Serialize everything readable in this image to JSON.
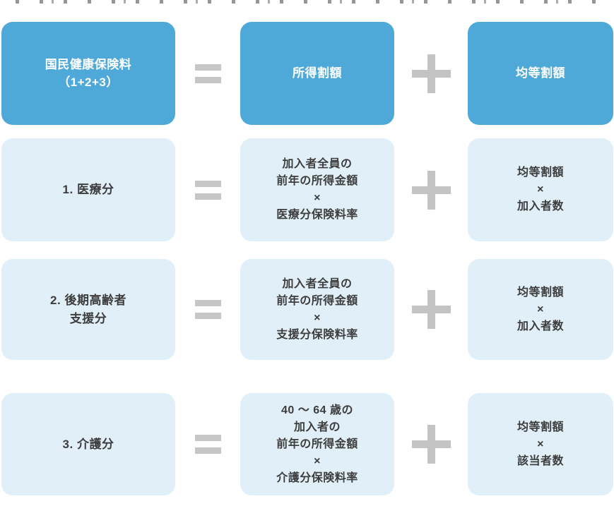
{
  "operators": {
    "equals": "=",
    "plus": "+"
  },
  "colors": {
    "primary_box": "#4fa9d8",
    "light_box": "#e1eff9",
    "operator_gray": "#c4c4c4",
    "primary_text": "#ffffff",
    "body_text": "#3d3d3d"
  },
  "equation_rows": [
    {
      "left": "国民健康保険料\n（1+2+3）",
      "middle": "所得割額",
      "right": "均等割額"
    },
    {
      "left": "1. 医療分",
      "middle": "加入者全員の\n前年の所得金額\n×\n医療分保険料率",
      "right": "均等割額\n×\n加入者数"
    },
    {
      "left": "2. 後期高齢者\n支援分",
      "middle": "加入者全員の\n前年の所得金額\n×\n支援分保険料率",
      "right": "均等割額\n×\n加入者数"
    },
    {
      "left": "3. 介護分",
      "middle": "40 ～ 64 歳の\n加入者の\n前年の所得金額\n×\n介護分保険料率",
      "right": "均等割額\n×\n該当者数"
    }
  ]
}
